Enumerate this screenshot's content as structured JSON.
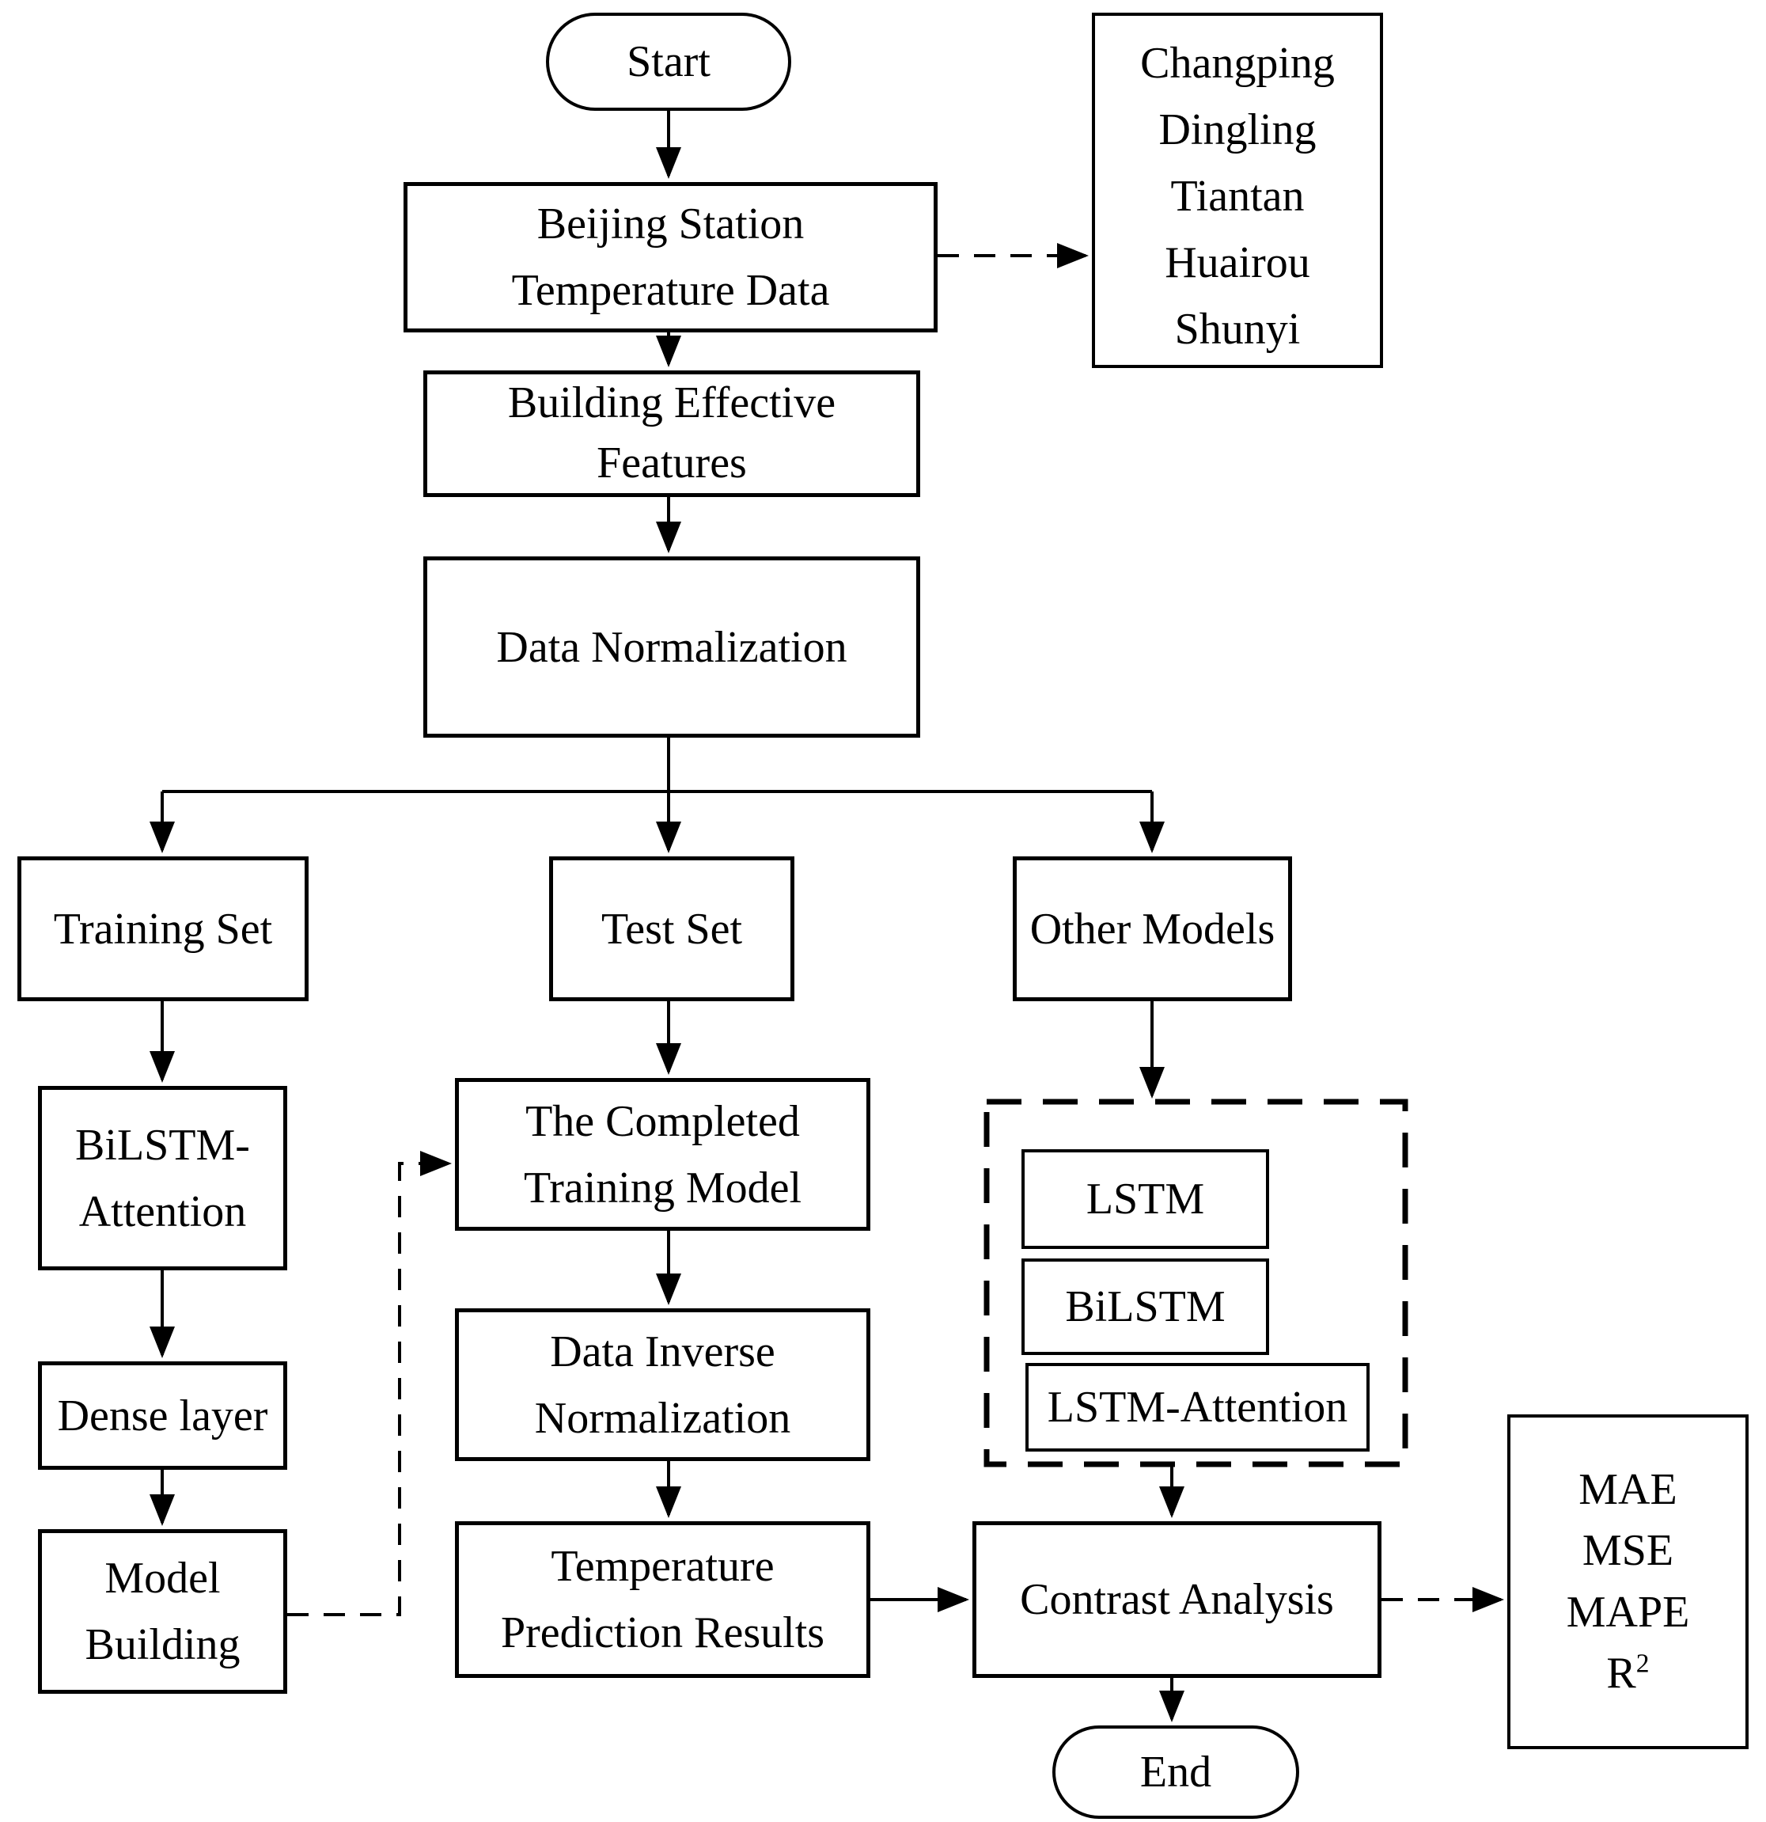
{
  "colors": {
    "stroke": "#000000",
    "background": "#ffffff"
  },
  "nodes": {
    "start": {
      "label": "Start"
    },
    "beijing": {
      "l1": "Beijing Station",
      "l2": "Temperature Data"
    },
    "stations": {
      "items": [
        "Changping",
        "Dingling",
        "Tiantan",
        "Huairou",
        "Shunyi"
      ]
    },
    "building": {
      "l1": "Building Effective",
      "l2": "Features"
    },
    "normalization": {
      "label": "Data Normalization"
    },
    "training_set": {
      "label": "Training Set"
    },
    "test_set": {
      "label": "Test Set"
    },
    "other_models": {
      "label": "Other Models"
    },
    "bilstm_attention": {
      "l1": "BiLSTM-",
      "l2": "Attention"
    },
    "dense": {
      "label": "Dense layer"
    },
    "model_building": {
      "l1": "Model",
      "l2": "Building"
    },
    "completed_model": {
      "l1": "The Completed",
      "l2": "Training Model"
    },
    "inverse_norm": {
      "l1": "Data Inverse",
      "l2": "Normalization"
    },
    "lstm": {
      "label": "LSTM"
    },
    "bilstm": {
      "label": "BiLSTM"
    },
    "lstm_attention": {
      "label": "LSTM-Attention"
    },
    "temp_pred": {
      "l1": "Temperature",
      "l2": "Prediction Results"
    },
    "contrast": {
      "label": "Contrast Analysis"
    },
    "end": {
      "label": "End"
    },
    "metrics": {
      "m1": "MAE",
      "m2": "MSE",
      "m3": "MAPE",
      "r_base": "R",
      "r_sup": "2"
    }
  }
}
